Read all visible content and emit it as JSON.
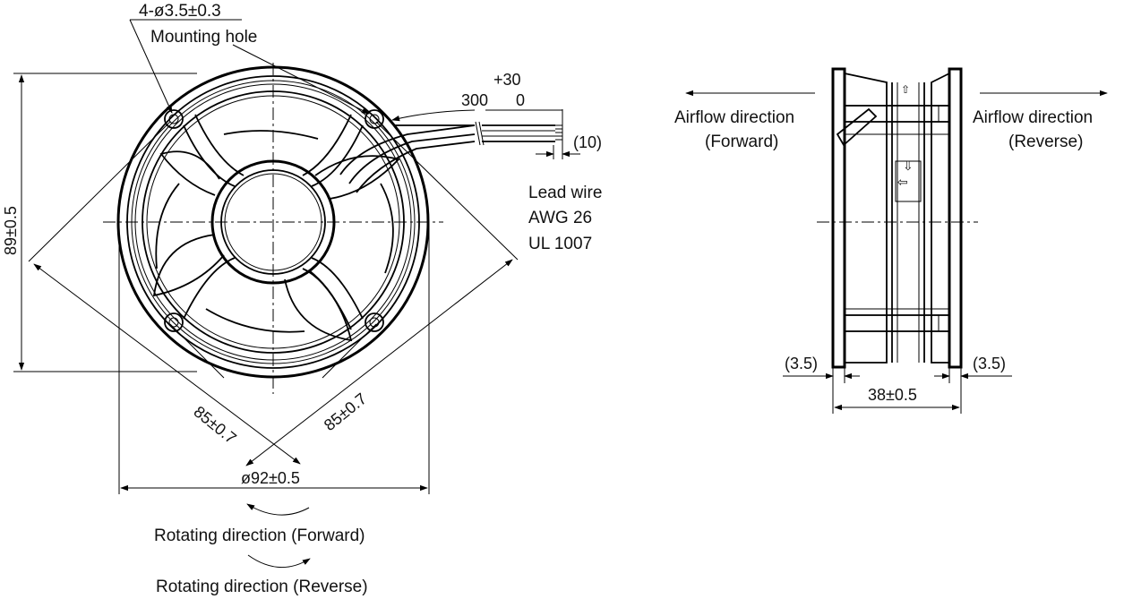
{
  "front_view": {
    "mounting_hole_spec": "4-ø3.5±0.3",
    "mounting_hole_label": "Mounting hole",
    "lead_tolerance_plus": "+30",
    "lead_length": "300",
    "lead_tolerance_minus": "0",
    "lead_strip": "(10)",
    "lead_wire_lines": [
      "Lead wire",
      "AWG 26",
      "UL 1007"
    ],
    "height_dim": "89±0.5",
    "diag_left_dim": "85±0.7",
    "diag_right_dim": "85±0.7",
    "diameter_dim": "ø92±0.5",
    "rotating_forward": "Rotating direction (Forward)",
    "rotating_reverse": "Rotating direction (Reverse)"
  },
  "side_view": {
    "airflow_forward_title": "Airflow direction",
    "airflow_forward_sub": "(Forward)",
    "airflow_reverse_title": "Airflow direction",
    "airflow_reverse_sub": "(Reverse)",
    "offset_left": "(3.5)",
    "offset_right": "(3.5)",
    "depth_dim": "38±0.5"
  }
}
